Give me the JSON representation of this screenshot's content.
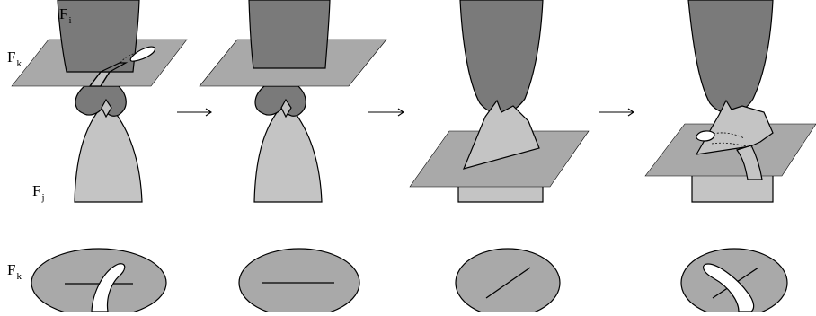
{
  "labels": {
    "f_i": {
      "main": "F",
      "sub": "i"
    },
    "f_k_top": {
      "main": "F",
      "sub": "k"
    },
    "f_j": {
      "main": "F",
      "sub": "j"
    },
    "f_k_bottom": {
      "main": "F",
      "sub": "k"
    }
  },
  "colors": {
    "dark_surface": "#7a7a7a",
    "light_surface": "#c4c4c4",
    "plane": "#a9a9a9",
    "cross_section": "#a9a9a9",
    "stroke": "#000000",
    "hole": "#ffffff"
  },
  "panels": [
    {
      "step": 1,
      "arrow_after": true
    },
    {
      "step": 2,
      "arrow_after": true
    },
    {
      "step": 3,
      "arrow_after": true
    },
    {
      "step": 4,
      "arrow_after": false
    }
  ]
}
